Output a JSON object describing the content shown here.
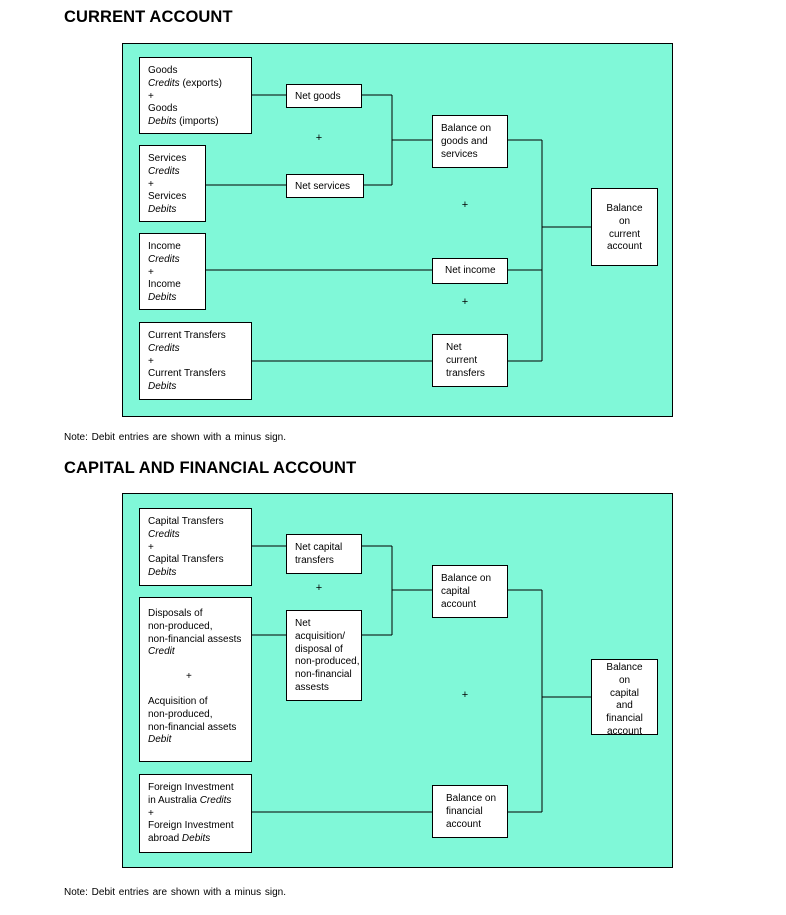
{
  "current_account": {
    "heading": "CURRENT ACCOUNT",
    "goods": {
      "l1": "Goods",
      "l2a": "Credits",
      "l2b": " (exports)",
      "l3": "+",
      "l4": "Goods",
      "l5a": "Debits",
      "l5b": " (imports)"
    },
    "services": {
      "l1": "Services",
      "l2": "Credits",
      "l3": "+",
      "l4": "Services",
      "l5": "Debits"
    },
    "income": {
      "l1": "Income",
      "l2": "Credits",
      "l3": "+",
      "l4": "Income",
      "l5": "Debits"
    },
    "current_transfers": {
      "l1": "Current Transfers",
      "l2": "Credits",
      "l3": "+",
      "l4": "Current Transfers",
      "l5": "Debits"
    },
    "net_goods": "Net goods",
    "net_services": "Net services",
    "net_income": "Net income",
    "net_current_transfers": {
      "l1": "Net",
      "l2": "current",
      "l3": "transfers"
    },
    "balance_goods_services": {
      "l1": "Balance on",
      "l2": "goods and",
      "l3": "services"
    },
    "balance_current_account": {
      "l1": "Balance",
      "l2": "on",
      "l3": "current",
      "l4": "account"
    },
    "plus": "+",
    "note": "Note: Debit entries are shown with a minus sign."
  },
  "capital_financial_account": {
    "heading": "CAPITAL AND FINANCIAL ACCOUNT",
    "capital_transfers": {
      "l1": "Capital Transfers",
      "l2": "Credits",
      "l3": "+",
      "l4": "Capital Transfers",
      "l5": "Debits"
    },
    "non_produced": {
      "l1": "Disposals of",
      "l2": "non-produced,",
      "l3": "non-financial assests",
      "l4": "Credit",
      "l5": "+",
      "l6": "Acquisition of",
      "l7": "non-produced,",
      "l8": "non-financial assets",
      "l9": "Debit"
    },
    "foreign_investment": {
      "l1": "Foreign Investment",
      "l2a": "in Australia ",
      "l2b": "Credits",
      "l3": "+",
      "l4": "Foreign Investment",
      "l5a": "abroad ",
      "l5b": "Debits"
    },
    "net_capital_transfers": {
      "l1": "Net capital",
      "l2": "transfers"
    },
    "net_acquisition": {
      "l1": "Net",
      "l2": "acquisition/",
      "l3": "disposal of",
      "l4": "non-produced,",
      "l5": "non-financial",
      "l6": "assests"
    },
    "balance_capital_account": {
      "l1": "Balance on",
      "l2": "capital",
      "l3": "account"
    },
    "balance_financial_account": {
      "l1": "Balance on",
      "l2": "financial",
      "l3": "account"
    },
    "balance_capital_financial": {
      "l1": "Balance",
      "l2": "on",
      "l3": "capital",
      "l4": "and",
      "l5": "financial",
      "l6": "account"
    },
    "plus": "+",
    "note": "Note: Debit entries are shown with a minus sign."
  },
  "colors": {
    "panel": "#80f8d8",
    "box": "#ffffff",
    "line": "#000000"
  }
}
